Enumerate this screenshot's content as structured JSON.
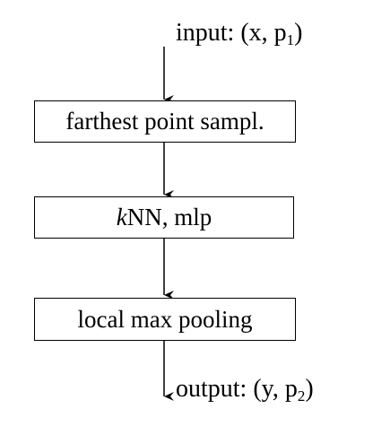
{
  "input": {
    "prefix": "input: (x, p",
    "subscript": "1",
    "suffix": ")"
  },
  "steps": [
    {
      "label": "farthest point sampl."
    },
    {
      "label_italic": "k",
      "label_rest": "NN, mlp"
    },
    {
      "label": "local max pooling"
    }
  ],
  "output": {
    "prefix": "output: (y, p",
    "subscript": "2",
    "suffix": ")"
  }
}
